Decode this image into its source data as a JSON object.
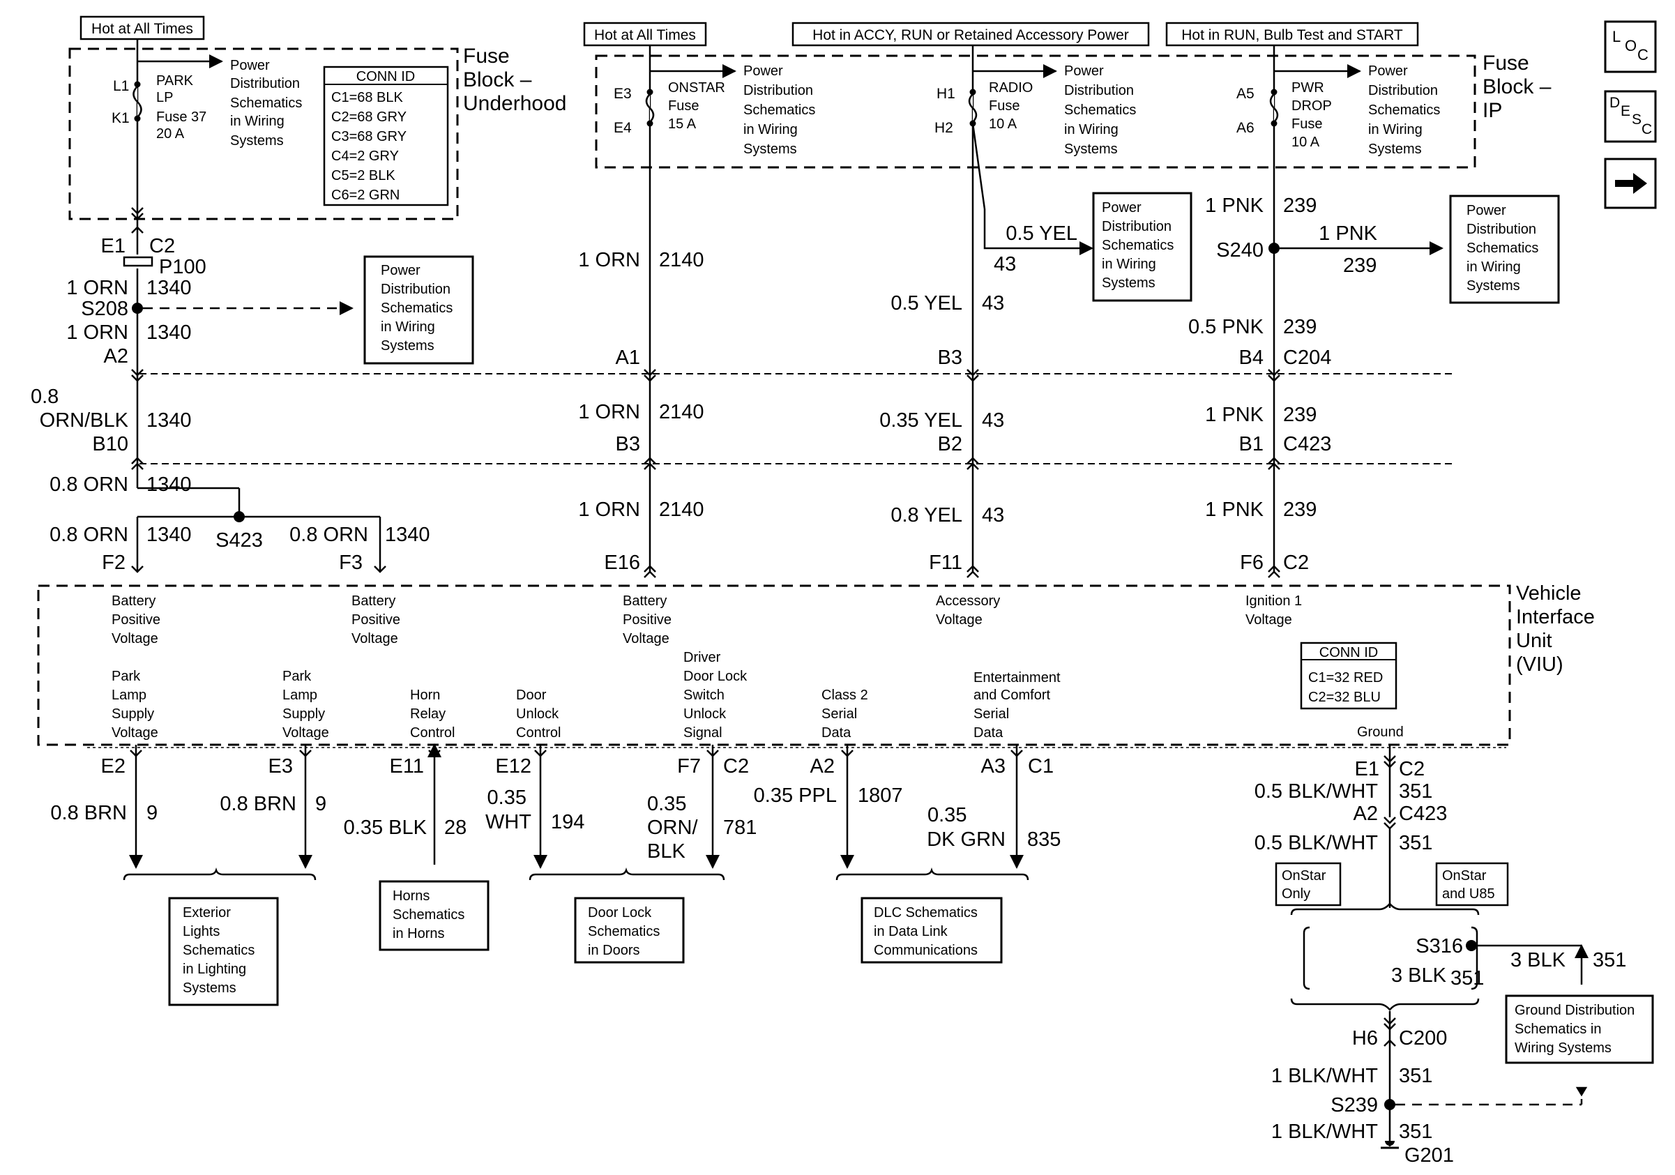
{
  "headers": {
    "hot_all_times_1": "Hot at All Times",
    "hot_all_times_2": "Hot at All Times",
    "hot_accy": "Hot in ACCY, RUN or Retained Accessory Power",
    "hot_run": "Hot in RUN, Bulb Test and START"
  },
  "nav": {
    "loc": [
      "L",
      "O",
      "C"
    ],
    "desc": [
      "D",
      "E",
      "S",
      "C"
    ]
  },
  "fuse_block_uh": {
    "title": [
      "Fuse",
      "Block –",
      "Underhood"
    ],
    "pins": [
      "L1",
      "K1"
    ],
    "fuse": [
      "PARK",
      "LP",
      "Fuse 37",
      "20 A"
    ],
    "dest": [
      "Power",
      "Distribution",
      "Schematics",
      "in Wiring",
      "Systems"
    ],
    "conn_title": "CONN ID",
    "conn": [
      "C1=68 BLK",
      "C2=68 GRY",
      "C3=68 GRY",
      "C4=2 GRY",
      "C5=2 BLK",
      "C6=2 GRN"
    ]
  },
  "fuse_block_ip": {
    "title": [
      "Fuse",
      "Block –",
      "IP"
    ],
    "onstar": {
      "pins": [
        "E3",
        "E4"
      ],
      "fuse": [
        "ONSTAR",
        "Fuse",
        "15 A"
      ],
      "dest": [
        "Power",
        "Distribution",
        "Schematics",
        "in Wiring",
        "Systems"
      ]
    },
    "radio": {
      "pins": [
        "H1",
        "H2"
      ],
      "fuse": [
        "RADIO",
        "Fuse",
        "10 A"
      ],
      "dest": [
        "Power",
        "Distribution",
        "Schematics",
        "in Wiring",
        "Systems"
      ]
    },
    "pwr": {
      "pins": [
        "A5",
        "A6"
      ],
      "fuse": [
        "PWR",
        "DROP",
        "Fuse",
        "10 A"
      ],
      "dest": [
        "Power",
        "Distribution",
        "Schematics",
        "in Wiring",
        "Systems"
      ]
    }
  },
  "ref_boxes": {
    "pd_left": [
      "Power",
      "Distribution",
      "Schematics",
      "in Wiring",
      "Systems"
    ],
    "pd_mid": [
      "Power",
      "Distribution",
      "Schematics",
      "in Wiring",
      "Systems"
    ],
    "pd_right": [
      "Power",
      "Distribution",
      "Schematics",
      "in Wiring",
      "Systems"
    ],
    "ext_lights": [
      "Exterior",
      "Lights",
      "Schematics",
      "in Lighting",
      "Systems"
    ],
    "horns": [
      "Horns",
      "Schematics",
      "in Horns"
    ],
    "door_lock": [
      "Door Lock",
      "Schematics",
      "in Doors"
    ],
    "dlc": [
      "DLC Schematics",
      "in Data Link",
      "Communications"
    ],
    "ground_dist": [
      "Ground Distribution",
      "Schematics in",
      "Wiring Systems"
    ]
  },
  "col1": {
    "e1": "E1",
    "c2": "C2",
    "p100": "P100",
    "w1_color": "1 ORN",
    "w1_num": "1340",
    "s208": "S208",
    "w2_color": "1 ORN",
    "w2_num": "1340",
    "a2": "A2",
    "w3_color": [
      "0.8",
      "ORN/BLK"
    ],
    "w3_num": "1340",
    "b10": "B10",
    "w4_color": "0.8 ORN",
    "w4_num": "1340",
    "s423": "S423",
    "w5_color": "0.8 ORN",
    "w5_num": "1340",
    "f2": "F2",
    "w6_color": "0.8 ORN",
    "w6_num": "1340",
    "f3": "F3"
  },
  "col2": {
    "w1_color": "1 ORN",
    "w1_num": "2140",
    "a1": "A1",
    "w2_color": "1 ORN",
    "w2_num": "2140",
    "b3": "B3",
    "w3_color": "1 ORN",
    "w3_num": "2140",
    "e16": "E16"
  },
  "col3": {
    "w0_color": "0.5 YEL",
    "w0_num": "43",
    "w1_color": "0.5 YEL",
    "w1_num": "43",
    "b3": "B3",
    "w2_color": "0.35 YEL",
    "w2_num": "43",
    "b2": "B2",
    "w3_color": "0.8 YEL",
    "w3_num": "43",
    "f11": "F11"
  },
  "col4": {
    "w0_color": "1 PNK",
    "w0_num": "239",
    "s240": "S240",
    "wb_color": "1 PNK",
    "wb_num": "239",
    "w1_color": "0.5 PNK",
    "w1_num": "239",
    "b4": "B4",
    "c204": "C204",
    "w2_color": "1 PNK",
    "w2_num": "239",
    "b1": "B1",
    "c423": "C423",
    "w3_color": "1 PNK",
    "w3_num": "239",
    "f6": "F6",
    "c2": "C2"
  },
  "viu": {
    "title": [
      "Vehicle",
      "Interface",
      "Unit",
      "(VIU)"
    ],
    "bpv1": [
      "Battery",
      "Positive",
      "Voltage"
    ],
    "bpv2": [
      "Battery",
      "Positive",
      "Voltage"
    ],
    "bpv3": [
      "Battery",
      "Positive",
      "Voltage"
    ],
    "acc": [
      "Accessory",
      "Voltage"
    ],
    "ign": [
      "Ignition 1",
      "Voltage"
    ],
    "pls1": [
      "Park",
      "Lamp",
      "Supply",
      "Voltage"
    ],
    "pls2": [
      "Park",
      "Lamp",
      "Supply",
      "Voltage"
    ],
    "horn": [
      "Horn",
      "Relay",
      "Control"
    ],
    "door": [
      "Door",
      "Unlock",
      "Control"
    ],
    "driver": [
      "Driver",
      "Door Lock",
      "Switch",
      "Unlock",
      "Signal"
    ],
    "class2": [
      "Class 2",
      "Serial",
      "Data"
    ],
    "ent": [
      "Entertainment",
      "and Comfort",
      "Serial",
      "Data"
    ],
    "ground": "Ground",
    "conn_title": "CONN ID",
    "conn": [
      "C1=32 RED",
      "C2=32 BLU"
    ]
  },
  "bottom": {
    "e2": "E2",
    "w_e2_color": "0.8 BRN",
    "w_e2_num": "9",
    "e3": "E3",
    "w_e3_color": "0.8 BRN",
    "w_e3_num": "9",
    "e11": "E11",
    "w_e11_color": "0.35 BLK",
    "w_e11_num": "28",
    "e12": "E12",
    "w_e12_color": [
      "0.35",
      "WHT"
    ],
    "w_e12_num": "194",
    "f7": "F7",
    "c2": "C2",
    "w_f7_color": [
      "0.35",
      "ORN/",
      "BLK"
    ],
    "w_f7_num": "781",
    "a2": "A2",
    "w_a2_color": "0.35 PPL",
    "w_a2_num": "1807",
    "a3": "A3",
    "c1": "C1",
    "w_a3_color": [
      "0.35",
      "DK GRN"
    ],
    "w_a3_num": "835"
  },
  "ground": {
    "e1": "E1",
    "c2": "C2",
    "w1_color": "0.5 BLK/WHT",
    "w1_num": "351",
    "a2": "A2",
    "c423": "C423",
    "w2_color": "0.5 BLK/WHT",
    "w2_num": "351",
    "onstar_only": [
      "OnStar",
      "Only"
    ],
    "onstar_u85": [
      "OnStar",
      "and U85"
    ],
    "s316": "S316",
    "w3_color": "3 BLK",
    "w3_num": "351",
    "w4_color": "3 BLK",
    "w4_num": "351",
    "h6": "H6",
    "c200": "C200",
    "w5_color": "1 BLK/WHT",
    "w5_num": "351",
    "s239": "S239",
    "w6_color": "1 BLK/WHT",
    "w6_num": "351",
    "g201": "G201"
  }
}
